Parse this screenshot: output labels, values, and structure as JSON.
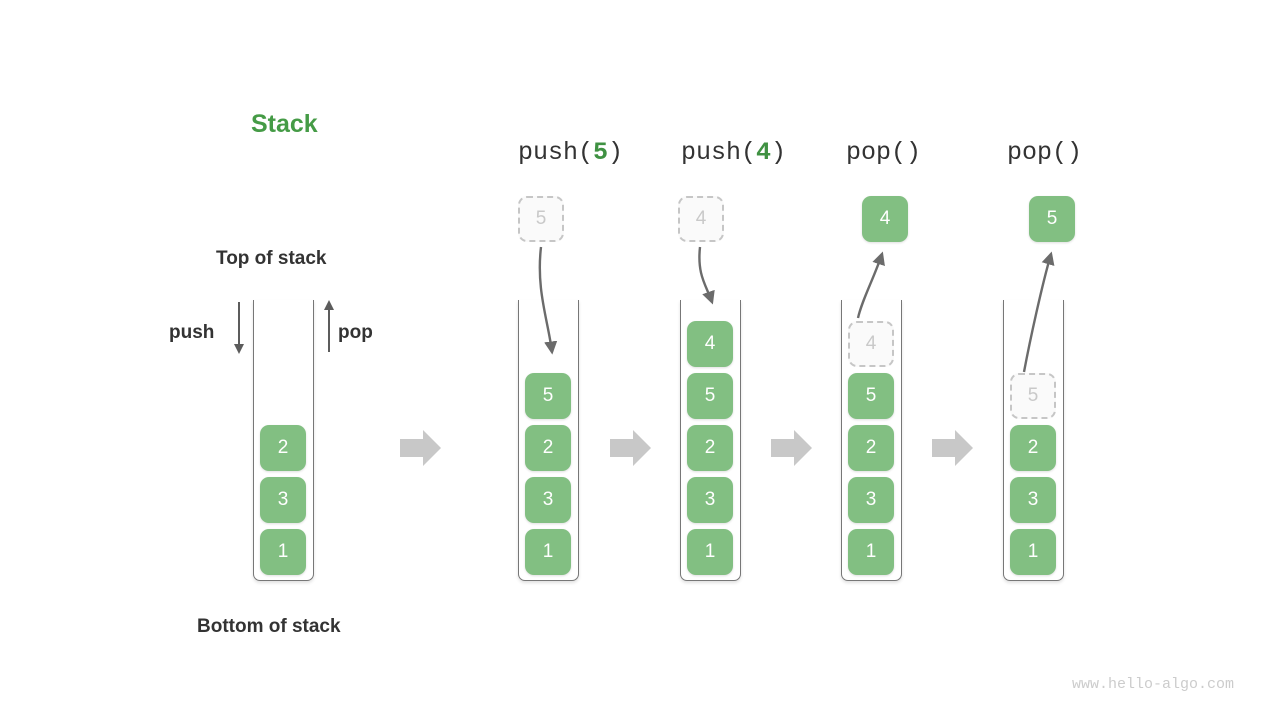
{
  "diagram": {
    "title": "Stack",
    "top_label": "Top of stack",
    "bottom_label": "Bottom of stack",
    "push_label": "push",
    "pop_label": "pop",
    "watermark": "www.hello-algo.com",
    "colors": {
      "accent_green": "#459b46",
      "block_green": "#82bf82",
      "ghost_gray": "#c6c6c6",
      "arrow_gray": "#6b6b6b",
      "transition_arrow": "#c8c8c8",
      "text_dark": "#333333"
    }
  },
  "columns": [
    {
      "id": "initial",
      "header": null,
      "header_prefix": null,
      "header_arg": null,
      "header_suffix": null,
      "floating_block": null,
      "blocks": [
        "2",
        "3",
        "1"
      ],
      "ghost_index": null
    },
    {
      "id": "push-5",
      "header": "push(5)",
      "header_prefix": "push(",
      "header_arg": "5",
      "header_suffix": ")",
      "floating_block": {
        "value": "5",
        "style": "ghost"
      },
      "blocks": [
        "5",
        "2",
        "3",
        "1"
      ],
      "ghost_index": null
    },
    {
      "id": "push-4",
      "header": "push(4)",
      "header_prefix": "push(",
      "header_arg": "4",
      "header_suffix": ")",
      "floating_block": {
        "value": "4",
        "style": "ghost"
      },
      "blocks": [
        "4",
        "5",
        "2",
        "3",
        "1"
      ],
      "ghost_index": null
    },
    {
      "id": "pop-1",
      "header": "pop()",
      "header_prefix": "pop()",
      "header_arg": "",
      "header_suffix": "",
      "floating_block": {
        "value": "4",
        "style": "solid"
      },
      "blocks": [
        "4",
        "5",
        "2",
        "3",
        "1"
      ],
      "ghost_index": 0
    },
    {
      "id": "pop-2",
      "header": "pop()",
      "header_prefix": "pop()",
      "header_arg": "",
      "header_suffix": "",
      "floating_block": {
        "value": "5",
        "style": "solid"
      },
      "blocks": [
        "5",
        "2",
        "3",
        "1"
      ],
      "ghost_index": 0
    }
  ]
}
